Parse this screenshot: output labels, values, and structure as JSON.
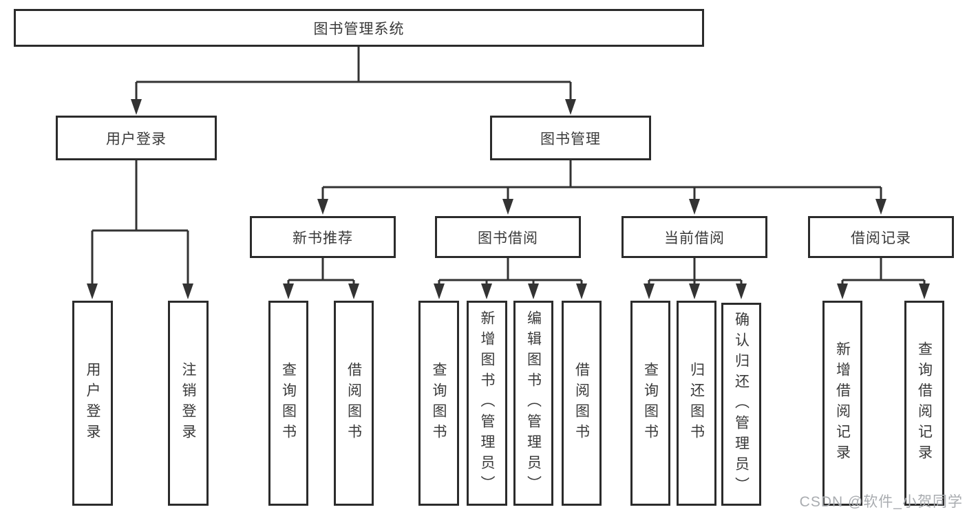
{
  "colors": {
    "background": "#ffffff",
    "line": "#333333",
    "box_border": "#2b2b2b",
    "text": "#3a3a3a",
    "watermark": "#a9acb0"
  },
  "watermark": {
    "text": "CSDN @软件_小贺同学"
  },
  "tree": {
    "root": {
      "label": "图书管理系统"
    },
    "branches": [
      {
        "label": "用户登录",
        "children": [
          {
            "label": "用户登录"
          },
          {
            "label": "注销登录"
          }
        ]
      },
      {
        "label": "图书管理",
        "children": [
          {
            "label": "新书推荐",
            "children": [
              {
                "label": "查询图书"
              },
              {
                "label": "借阅图书"
              }
            ]
          },
          {
            "label": "图书借阅",
            "children": [
              {
                "label": "查询图书"
              },
              {
                "label": "新增图书（管理员）"
              },
              {
                "label": "编辑图书（管理员）"
              },
              {
                "label": "借阅图书"
              }
            ]
          },
          {
            "label": "当前借阅",
            "children": [
              {
                "label": "查询图书"
              },
              {
                "label": "归还图书"
              },
              {
                "label": "确认归还（管理员）"
              }
            ]
          },
          {
            "label": "借阅记录",
            "children": [
              {
                "label": "新增借阅记录"
              },
              {
                "label": "查询借阅记录"
              }
            ]
          }
        ]
      }
    ]
  }
}
